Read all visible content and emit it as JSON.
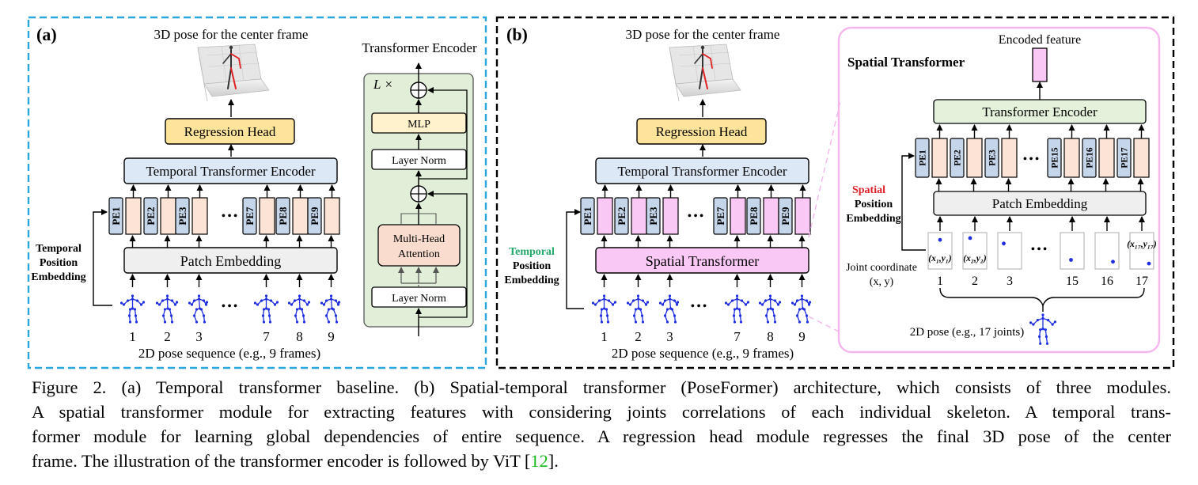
{
  "panel_a": {
    "tag": "(a)",
    "output_label": "3D pose for the center frame",
    "regression_head": "Regression Head",
    "temporal_encoder": "Temporal Transformer Encoder",
    "pe_labels": [
      "PE1",
      "PE2",
      "PE3",
      "PE7",
      "PE8",
      "PE9"
    ],
    "ellipsis": "•••",
    "patch_embedding": "Patch Embedding",
    "frame_numbers": [
      "1",
      "2",
      "3",
      "7",
      "8",
      "9"
    ],
    "sequence_label": "2D pose sequence (e.g., 9 frames)",
    "tpe_lines": [
      "Temporal",
      "Position",
      "Embedding"
    ],
    "encoder_title": "Transformer Encoder",
    "encoder_repeat": "L ×",
    "mlp": "MLP",
    "layer_norm_top": "Layer Norm",
    "mha_lines": [
      "Multi-Head",
      "Attention"
    ],
    "layer_norm_bottom": "Layer Norm"
  },
  "panel_b": {
    "tag": "(b)",
    "output_label": "3D pose for the center frame",
    "regression_head": "Regression Head",
    "temporal_encoder": "Temporal Transformer Encoder",
    "pe_labels": [
      "PE1",
      "PE2",
      "PE3",
      "PE7",
      "PE8",
      "PE9"
    ],
    "ellipsis": "•••",
    "spatial_transformer": "Spatial Transformer",
    "frame_numbers": [
      "1",
      "2",
      "3",
      "7",
      "8",
      "9"
    ],
    "sequence_label": "2D pose sequence (e.g., 9 frames)",
    "tpe_word_colored": "Temporal",
    "tpe_lines": [
      "Position",
      "Embedding"
    ],
    "zoom": {
      "title": "Spatial Transformer",
      "encoded_feature": "Encoded feature",
      "encoder": "Transformer Encoder",
      "pe_labels": [
        "PE1",
        "PE2",
        "PE3",
        "PE15",
        "PE16",
        "PE17"
      ],
      "ellipsis": "•••",
      "patch_embedding": "Patch Embedding",
      "spe_word_colored": "Spatial",
      "spe_lines": [
        "Position",
        "Embedding"
      ],
      "joint_coord_lines": [
        "Joint coordinate",
        "(x, y)"
      ],
      "coord_labels": [
        "(x₁,y₁)",
        "(x₂,y₂)",
        "(x₁₇,y₁₇)"
      ],
      "joint_numbers": [
        "1",
        "2",
        "3",
        "15",
        "16",
        "17"
      ],
      "pose_label": "2D pose (e.g., 17 joints)"
    }
  },
  "colors": {
    "panel_a_border": "#2aa7df",
    "panel_b_border": "#000000",
    "zoom_border": "#f4b6ec",
    "regression_fill": "#fde49a",
    "encoder_fill": "#dde8f6",
    "patch_fill": "#efefef",
    "token_fill": "#fbe4d5",
    "token_fill_b": "#f9c8f4",
    "pe_fill": "#c5d6ea",
    "encoder_panel_fill": "#e1eed8",
    "mha_fill": "#f9dccd",
    "mlp_fill": "#fff2cc",
    "green_box_fill": "#e4f2db",
    "temporal_word": "#22a96a",
    "spatial_word": "#e0202a",
    "skeleton": "#1f2ee0"
  },
  "caption": {
    "lines": [
      "Figure 2. (a) Temporal transformer baseline. (b) Spatial-temporal transformer (PoseFormer) architecture, which consists of three modules.",
      "A spatial transformer module for extracting features with considering joints correlations of each individual skeleton. A temporal trans-",
      "former module for learning global dependencies of entire sequence. A regression head module regresses the final 3D pose of the center"
    ],
    "last_line_prefix": "frame. The illustration of the transformer encoder is followed by ViT [",
    "ref_number": "12",
    "last_line_suffix": "]."
  }
}
